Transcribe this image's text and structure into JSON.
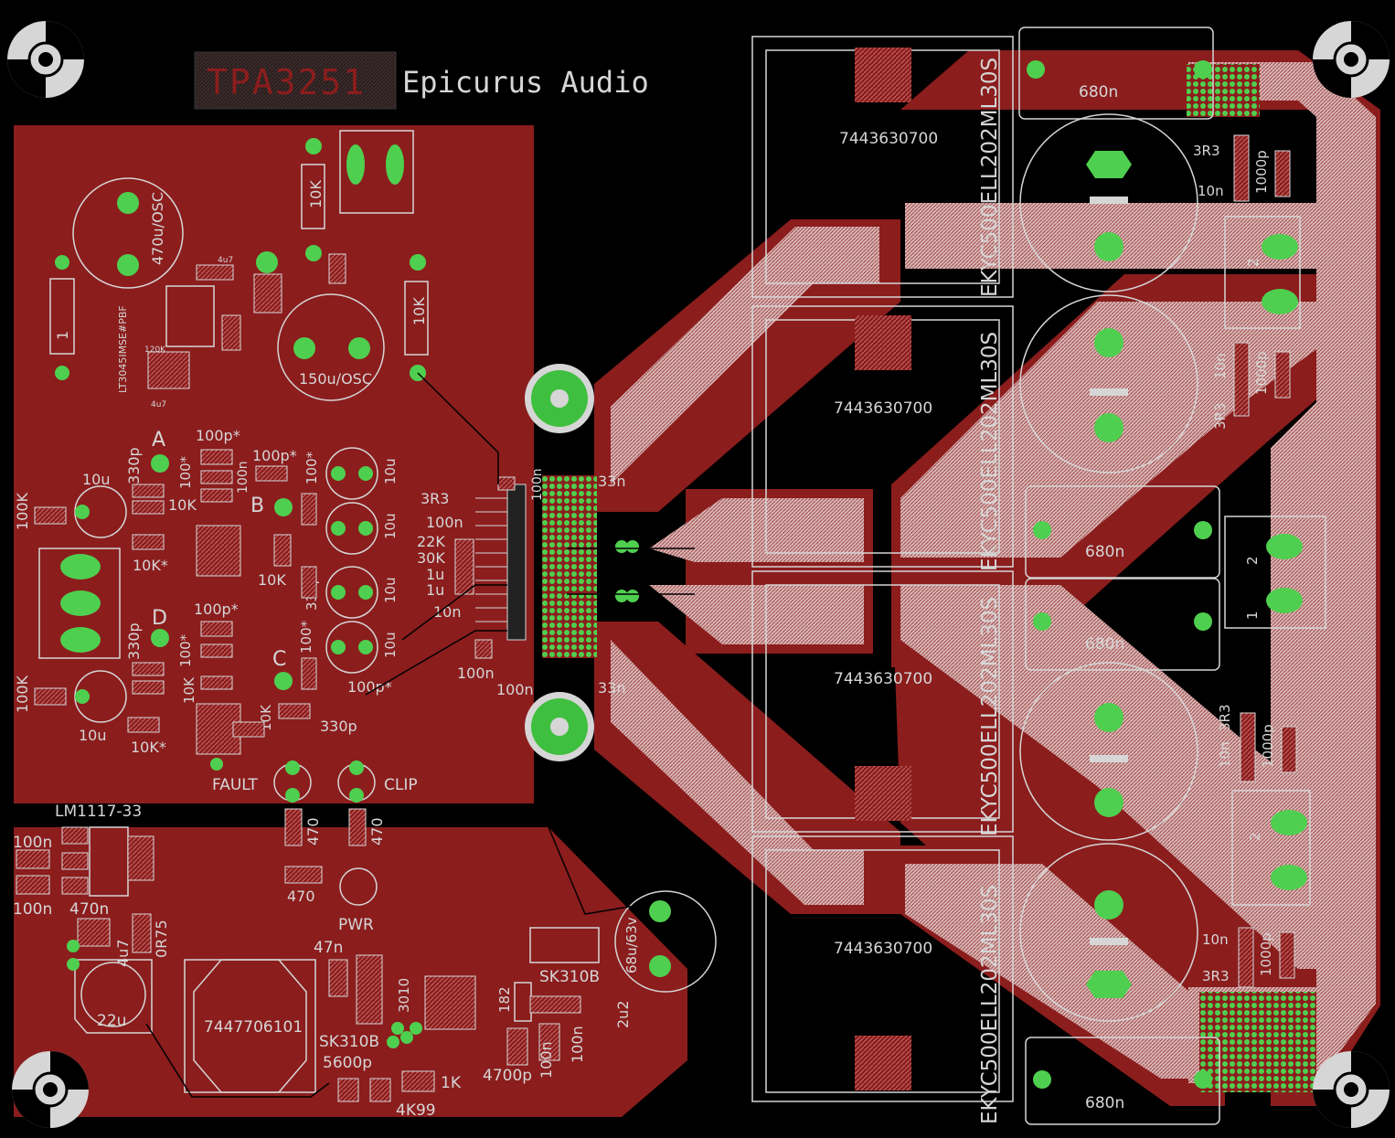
{
  "board": {
    "title": "TPA3251",
    "brand": "Epicurus Audio"
  },
  "colors": {
    "background": "#000000",
    "copper": "#8b1d1d",
    "hatched_copper": "#d9b7b7",
    "pad": "#3fbf3f",
    "silkscreen": "#d6d6d6"
  },
  "labels": {
    "cap_470u": "470u/OSC",
    "cap_150u": "150u/OSC",
    "res_10k_a": "10K",
    "res_10k_b": "10K",
    "res_1": "1",
    "regulator": "LT3045IMSE#PBF",
    "val_10u": "10u",
    "val_4u7": "4u7",
    "val_120k": "120K",
    "ch_a": "A",
    "ch_b": "B",
    "ch_c": "C",
    "ch_d": "D",
    "val_330p": "330p",
    "val_100p_star": "100p*",
    "val_100_star": "100*",
    "val_100k": "100K",
    "val_10k_star": "10K*",
    "val_100n": "100n",
    "val_3r3": "3R3",
    "val_22k": "22K",
    "val_30k": "30K",
    "val_1u": "1u",
    "val_10n": "10n",
    "val_33n": "33n",
    "fault": "FAULT",
    "clip": "CLIP",
    "pwr": "PWR",
    "val_470": "470",
    "ldo": "LM1117-33",
    "val_470n": "470n",
    "val_0r75": "0R75",
    "val_22u": "22u",
    "inductor_small": "7447706101",
    "val_47n": "47n",
    "diode_a": "SK310B",
    "diode_b": "SK310B",
    "val_5600p": "5600p",
    "val_3010": "3010",
    "val_182": "182",
    "val_4700p": "4700p",
    "val_2u2": "2u2",
    "val_1k": "1K",
    "val_4k99": "4K99",
    "val_68u": "68u/63v",
    "inductor": "7443630700",
    "bulk_cap": "EKYC500ELL202ML30S",
    "val_680n": "680n",
    "val_1000p": "1000p",
    "pin_1": "1",
    "pin_2": "2"
  }
}
